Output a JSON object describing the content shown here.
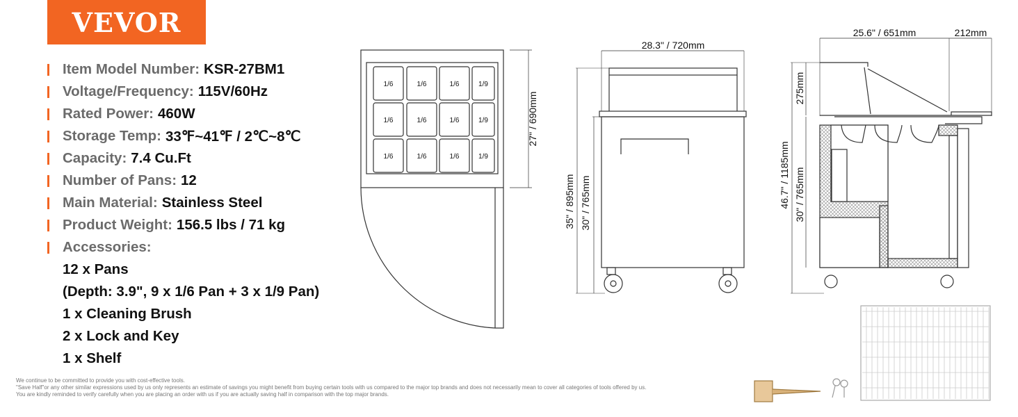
{
  "brand": {
    "logo_text": "VEVOR",
    "color": "#f26522"
  },
  "specs": [
    {
      "label": "Item Model Number:",
      "value": "KSR-27BM1"
    },
    {
      "label": "Voltage/Frequency:",
      "value": "115V/60Hz"
    },
    {
      "label": "Rated Power:",
      "value": "460W"
    },
    {
      "label": "Storage Temp:",
      "value": "33℉~41℉ / 2℃~8℃"
    },
    {
      "label": "Capacity:",
      "value": "7.4 Cu.Ft"
    },
    {
      "label": "Number of Pans:",
      "value": "12"
    },
    {
      "label": "Main Material:",
      "value": "Stainless Steel"
    },
    {
      "label": "Product Weight:",
      "value": "156.5 lbs / 71 kg"
    },
    {
      "label": "Accessories:",
      "value": ""
    }
  ],
  "accessories": [
    "12 x Pans",
    "(Depth: 3.9\", 9 x 1/6 Pan + 3 x 1/9 Pan)",
    "1 x Cleaning Brush",
    "2 x Lock and Key",
    "1 x Shelf"
  ],
  "top_view": {
    "depth_label": "27\" / 690mm",
    "pans": [
      [
        "1/6",
        "1/6",
        "1/6",
        "1/9"
      ],
      [
        "1/6",
        "1/6",
        "1/6",
        "1/9"
      ],
      [
        "1/6",
        "1/6",
        "1/6",
        "1/9"
      ]
    ]
  },
  "front_view": {
    "width_label": "28.3\" / 720mm",
    "total_height_label": "35\" / 895mm",
    "body_height_label": "30\" / 765mm"
  },
  "side_view": {
    "depth_label": "25.6\" / 651mm",
    "shelf_label": "212mm",
    "guard_height_label": "275mm",
    "total_height_label": "46.7\" / 1185mm",
    "body_height_label": "30\" / 765mm"
  },
  "disclaimer": [
    "We continue to be committed to provide you with cost-effective tools.",
    "\"Save Half\"or any other similar expressions used by us only represents an estimate of savings you might benefit from buying certain tools with us compared to the major top brands and does not necessarily mean to cover all categories of tools offered by us.",
    "You are kindly reminded to verify carefully when you are placing an order with us if you are actually saving half in comparison with the top major brands."
  ]
}
